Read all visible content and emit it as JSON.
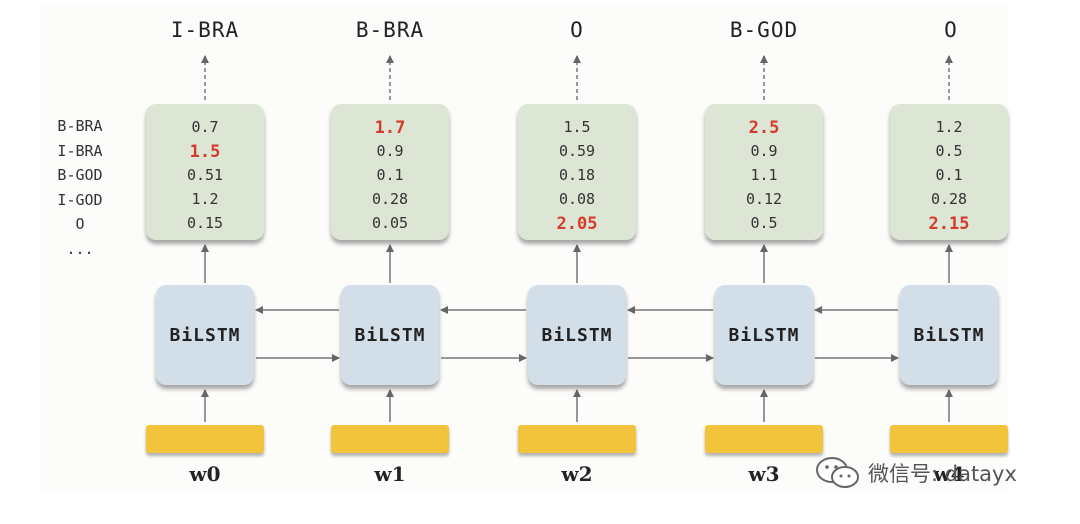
{
  "row_labels": [
    "B-BRA",
    "I-BRA",
    "B-GOD",
    "I-GOD",
    "O",
    "..."
  ],
  "columns": [
    {
      "output": "I-BRA",
      "scores": [
        "0.7",
        "1.5",
        "0.51",
        "1.2",
        "0.15"
      ],
      "highlight": 1,
      "cell": "BiLSTM",
      "word": "w0"
    },
    {
      "output": "B-BRA",
      "scores": [
        "1.7",
        "0.9",
        "0.1",
        "0.28",
        "0.05"
      ],
      "highlight": 0,
      "cell": "BiLSTM",
      "word": "w1"
    },
    {
      "output": "O",
      "scores": [
        "1.5",
        "0.59",
        "0.18",
        "0.08",
        "2.05"
      ],
      "highlight": 4,
      "cell": "BiLSTM",
      "word": "w2"
    },
    {
      "output": "B-GOD",
      "scores": [
        "2.5",
        "0.9",
        "1.1",
        "0.12",
        "0.5"
      ],
      "highlight": 0,
      "cell": "BiLSTM",
      "word": "w3"
    },
    {
      "output": "O",
      "scores": [
        "1.2",
        "0.5",
        "0.1",
        "0.28",
        "2.15"
      ],
      "highlight": 4,
      "cell": "BiLSTM",
      "word": "w4"
    }
  ],
  "colors": {
    "highlight": "#d63a2a",
    "score_box": "#dde6d4",
    "lstm_box": "#d3dfe8",
    "embedding": "#f2c43c"
  },
  "watermark": {
    "text": "微信号: datayx",
    "icon": "wechat-icon"
  }
}
